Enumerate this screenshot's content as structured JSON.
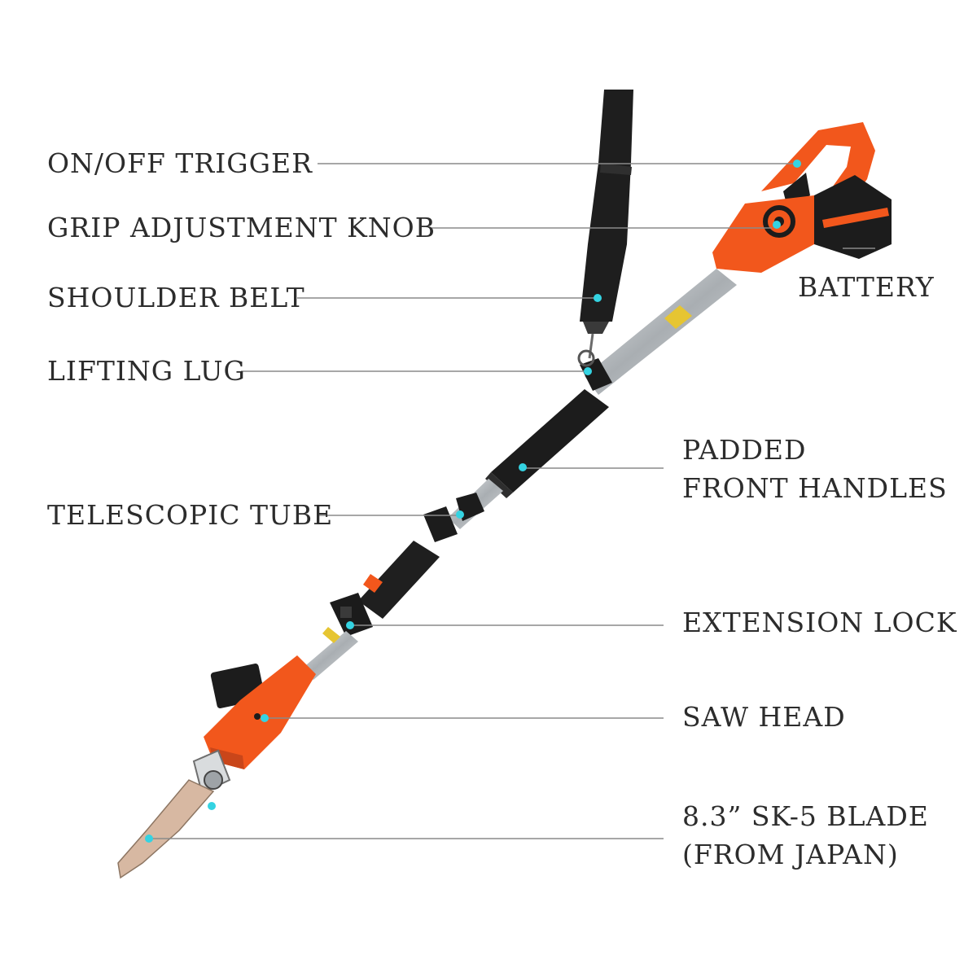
{
  "labels": {
    "trigger": "ON/OFF TRIGGER",
    "knob": "GRIP ADJUSTMENT KNOB",
    "belt": "SHOULDER BELT",
    "lug": "LIFTING LUG",
    "tube": "TELESCOPIC TUBE",
    "battery": "BATTERY",
    "handles_1": "PADDED",
    "handles_2": "FRONT HANDLES",
    "lock": "EXTENSION LOCK",
    "saw_head": "SAW HEAD",
    "blade_1": "8.3” SK-5 BLADE",
    "blade_2": "(FROM JAPAN)"
  },
  "colors": {
    "body_orange": "#f2571c",
    "black": "#1c1c1c",
    "metal": "#bfc3c6",
    "blade": "#d7b8a2",
    "marker": "#34d3e2",
    "leader": "#8a8a8a"
  }
}
